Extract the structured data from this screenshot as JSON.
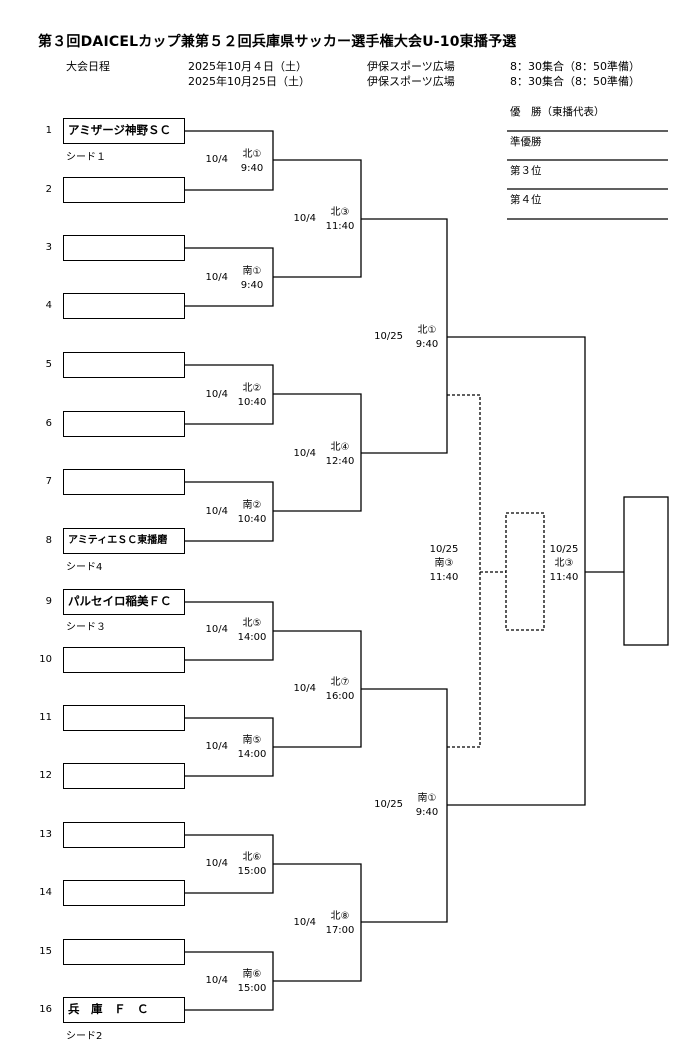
{
  "title": "第３回DAICELカップ兼第５２回兵庫県サッカー選手権大会U-10東播予選",
  "schedule": {
    "label": "大会日程",
    "rows": [
      {
        "date": "2025年10月４日（土）",
        "venue": "伊保スポーツ広場",
        "time": "8：30集合（8：50準備）"
      },
      {
        "date": "2025年10月25日（土）",
        "venue": "伊保スポーツ広場",
        "time": "8：30集合（8：50準備）"
      }
    ]
  },
  "results": {
    "winner": "優　勝（東播代表）",
    "runner_up": "準優勝",
    "third": "第３位",
    "fourth": "第４位"
  },
  "teams": [
    {
      "no": "1",
      "name": "アミザージ神野ＳＣ",
      "seed": "シード１"
    },
    {
      "no": "2",
      "name": "",
      "seed": ""
    },
    {
      "no": "3",
      "name": "",
      "seed": ""
    },
    {
      "no": "4",
      "name": "",
      "seed": ""
    },
    {
      "no": "5",
      "name": "",
      "seed": ""
    },
    {
      "no": "6",
      "name": "",
      "seed": ""
    },
    {
      "no": "7",
      "name": "",
      "seed": ""
    },
    {
      "no": "8",
      "name": "アミティエＳＣ東播磨",
      "seed": "シード4"
    },
    {
      "no": "9",
      "name": "パルセイロ稲美ＦＣ",
      "seed": "シード３"
    },
    {
      "no": "10",
      "name": "",
      "seed": ""
    },
    {
      "no": "11",
      "name": "",
      "seed": ""
    },
    {
      "no": "12",
      "name": "",
      "seed": ""
    },
    {
      "no": "13",
      "name": "",
      "seed": ""
    },
    {
      "no": "14",
      "name": "",
      "seed": ""
    },
    {
      "no": "15",
      "name": "",
      "seed": ""
    },
    {
      "no": "16",
      "name": "兵　庫　Ｆ　Ｃ",
      "seed": "シード2"
    }
  ],
  "round1": [
    {
      "date": "10/4",
      "field": "北①",
      "time": "9:40"
    },
    {
      "date": "10/4",
      "field": "南①",
      "time": "9:40"
    },
    {
      "date": "10/4",
      "field": "北②",
      "time": "10:40"
    },
    {
      "date": "10/4",
      "field": "南②",
      "time": "10:40"
    },
    {
      "date": "10/4",
      "field": "北⑤",
      "time": "14:00"
    },
    {
      "date": "10/4",
      "field": "南⑤",
      "time": "14:00"
    },
    {
      "date": "10/4",
      "field": "北⑥",
      "time": "15:00"
    },
    {
      "date": "10/4",
      "field": "南⑥",
      "time": "15:00"
    }
  ],
  "round2": [
    {
      "date": "10/4",
      "field": "北③",
      "time": "11:40"
    },
    {
      "date": "10/4",
      "field": "北④",
      "time": "12:40"
    },
    {
      "date": "10/4",
      "field": "北⑦",
      "time": "16:00"
    },
    {
      "date": "10/4",
      "field": "北⑧",
      "time": "17:00"
    }
  ],
  "semifinal": [
    {
      "date": "10/25",
      "field": "北①",
      "time": "9:40"
    },
    {
      "date": "10/25",
      "field": "南①",
      "time": "9:40"
    }
  ],
  "third_place": {
    "date": "10/25",
    "field": "南③",
    "time": "11:40"
  },
  "final": {
    "date": "10/25",
    "field": "北③",
    "time": "11:40"
  }
}
